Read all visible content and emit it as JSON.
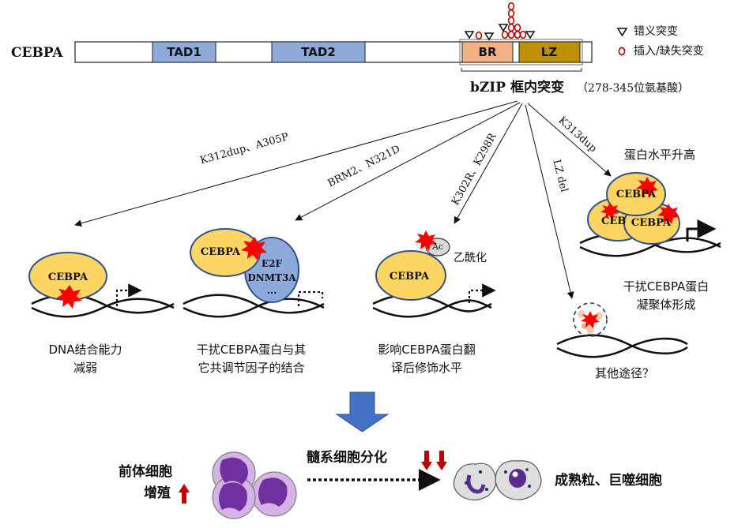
{
  "protein": {
    "name": "CEBPA",
    "domains": {
      "tad1": "TAD1",
      "tad2": "TAD2",
      "br": "BR",
      "lz": "LZ"
    },
    "bzip_title": "bZIP 框内突变",
    "bzip_range": "（278-345位氨基酸）"
  },
  "legend": {
    "missense": "错义突变",
    "indel": "插入/缺失突变"
  },
  "mutation_labels": {
    "m1": "K312dup、A305P",
    "m2": "BRM2、N321D",
    "m3": "K302R、K298R",
    "m4": "LZ del",
    "m5": "K313dup"
  },
  "panels": {
    "p1": {
      "protein": "CEBPA",
      "caption": [
        "DNA结合能力",
        "减弱"
      ]
    },
    "p2": {
      "protein": "CEBPA",
      "partner": [
        "E2F",
        "DNMT3A",
        "..."
      ],
      "caption": [
        "干扰CEBPA蛋白与其",
        "它共调节因子的结合"
      ]
    },
    "p3": {
      "protein": "CEBPA",
      "ac": "Ac",
      "ac_label": "乙酰化",
      "caption": [
        "影响CEBPA蛋白翻",
        "译后修饰水平"
      ]
    },
    "p4": {
      "caption": "其他途径？"
    },
    "p5": {
      "top": "蛋白水平升高",
      "cluster": [
        "CEBPA",
        "CEB",
        "CEBPA"
      ],
      "caption": [
        "干扰CEBPA蛋白",
        "凝聚体形成"
      ]
    }
  },
  "bottom": {
    "left": [
      "前体细胞",
      "增殖"
    ],
    "arrow_label": "髓系细胞分化",
    "right": "成熟粒、巨噬细胞"
  },
  "colors": {
    "yellow": "#fdd562",
    "blue_domain": "#8eaadb",
    "orange_domain": "#f4b183",
    "olive_domain": "#bf9000",
    "purple_cell": "#7030a0",
    "red": "#c00000"
  }
}
